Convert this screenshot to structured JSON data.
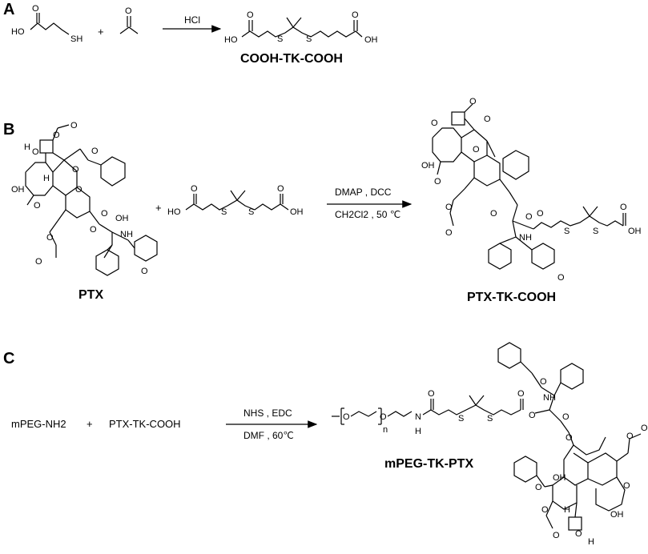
{
  "panels": {
    "a": {
      "label": "A",
      "plus": "+",
      "reagent_label": "HCl",
      "thiol_acid": {
        "ho": "HO",
        "o": "O",
        "sh": "SH"
      },
      "acetone": {
        "o": "O"
      },
      "product": {
        "o1": "O",
        "o2": "O",
        "ho": "HO",
        "oh": "OH",
        "s1": "S",
        "s2": "S"
      },
      "product_name": "COOH-TK-COOH"
    },
    "b": {
      "label": "B",
      "plus": "+",
      "reagent_line1": "DMAP , DCC",
      "reagent_line2": "CH2Cl2 , 50 ℃",
      "ptx_atoms": [
        "O",
        "O",
        "O",
        "O",
        "O",
        "OH",
        "O",
        "O",
        "O",
        "O",
        "OH",
        "NH",
        "O",
        "H",
        "H",
        "O",
        "O"
      ],
      "linker_atoms": {
        "ho": "HO",
        "oh": "OH",
        "o1": "O",
        "o2": "O",
        "s1": "S",
        "s2": "S"
      },
      "product_atoms": [
        "O",
        "O",
        "O",
        "OH",
        "O",
        "O",
        "O",
        "O",
        "O",
        "O",
        "NH",
        "O",
        "S",
        "S",
        "O",
        "OH",
        "O"
      ],
      "reactant_name": "PTX",
      "product_name": "PTX-TK-COOH"
    },
    "c": {
      "label": "C",
      "reactant1": "mPEG-NH2",
      "plus": "+",
      "reactant2": "PTX-TK-COOH",
      "reagent_line1": "NHS , EDC",
      "reagent_line2": "DMF , 60℃",
      "peg_atoms": {
        "o1": "O",
        "o2": "O",
        "n": "n",
        "nh": "N",
        "h": "H",
        "o3": "O",
        "s1": "S",
        "s2": "S",
        "o4": "O",
        "o5": "O"
      },
      "ptx_atoms": [
        "O",
        "NH",
        "O",
        "O",
        "O",
        "O",
        "OH",
        "O",
        "O",
        "O",
        "H",
        "O",
        "OH",
        "O",
        "H"
      ],
      "product_name": "mPEG-TK-PTX"
    }
  }
}
